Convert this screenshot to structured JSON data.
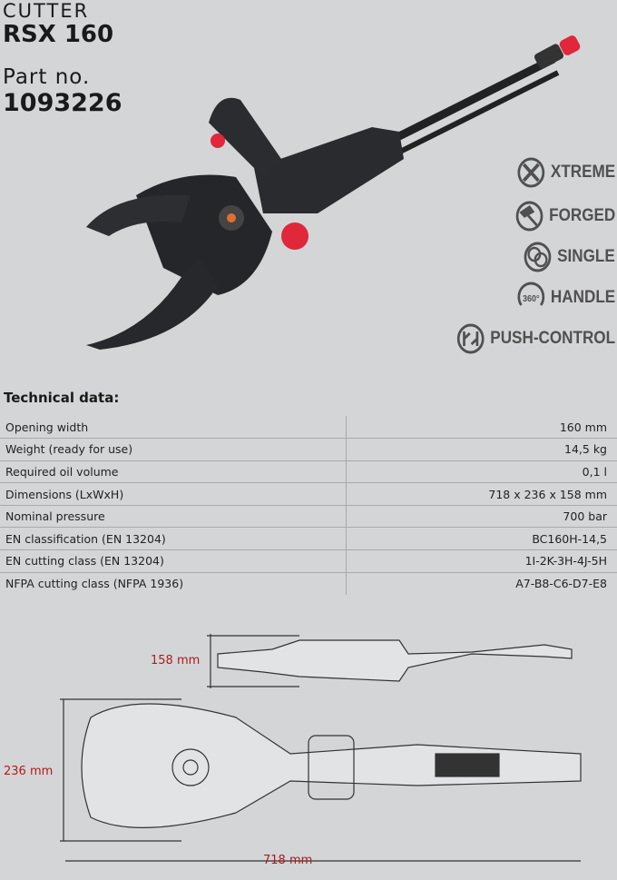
{
  "header": {
    "category": "CUTTER",
    "model": "RSX 160",
    "part_label": "Part no.",
    "part_number": "1093226"
  },
  "features": [
    {
      "icon": "xtreme-icon",
      "label": "XTREME"
    },
    {
      "icon": "forged-icon",
      "label": "FORGED"
    },
    {
      "icon": "single-icon",
      "label": "SINGLE"
    },
    {
      "icon": "360-handle-icon",
      "label": "HANDLE",
      "icon_text": "360°"
    },
    {
      "icon": "push-control-icon",
      "label": "PUSH-CONTROL"
    }
  ],
  "technical": {
    "heading": "Technical data:",
    "rows": [
      {
        "label": "Opening width",
        "value": "160 mm"
      },
      {
        "label": "Weight (ready for use)",
        "value": "14,5 kg"
      },
      {
        "label": "Required oil volume",
        "value": "0,1 l"
      },
      {
        "label": "Dimensions (LxWxH)",
        "value": "718 x 236 x 158 mm"
      },
      {
        "label": "Nominal pressure",
        "value": "700 bar"
      },
      {
        "label": "EN classification (EN 13204)",
        "value": "BC160H-14,5"
      },
      {
        "label": "EN cutting class (EN 13204)",
        "value": "1I-2K-3H-4J-5H"
      },
      {
        "label": "NFPA cutting class (NFPA 1936)",
        "value": "A7-B8-C6-D7-E8"
      }
    ]
  },
  "dimensions": {
    "height": "158 mm",
    "width": "236 mm",
    "length": "718 mm"
  },
  "colors": {
    "accent_red": "#e0283a",
    "dim_red": "#b01c1c",
    "tool_black": "#2a2b2e"
  }
}
